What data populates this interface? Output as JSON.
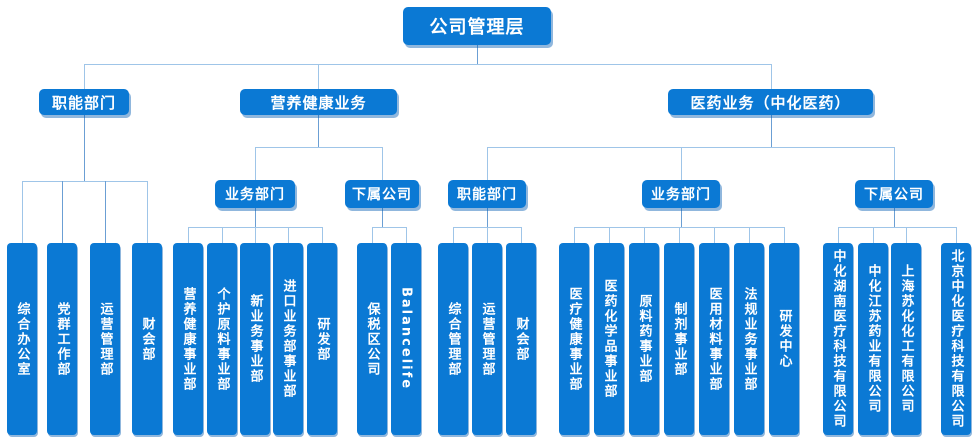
{
  "title": "公司管理层",
  "colors": {
    "box": "#0b79d4",
    "line": "#9fc5e8",
    "line_dark": "#6b9fd4"
  },
  "level2": [
    {
      "label": "职能部门"
    },
    {
      "label": "营养健康业务"
    },
    {
      "label": "医药业务（中化医药）"
    }
  ],
  "level3": [
    {
      "label": "业务部门"
    },
    {
      "label": "下属公司"
    },
    {
      "label": "职能部门"
    },
    {
      "label": "业务部门"
    },
    {
      "label": "下属公司"
    }
  ],
  "columns": {
    "functional_left": [
      "综合办公室",
      "党群工作部",
      "运营管理部",
      "财会部"
    ],
    "nutrition_business": [
      "营养健康事业部",
      "个护原料事业部",
      "新业务事业部",
      "进口业务部事业部",
      "研发部"
    ],
    "nutrition_subsidiaries": [
      "保税区公司",
      "Balancelife"
    ],
    "pharma_functional": [
      "综合管理部",
      "运营管理部",
      "财会部"
    ],
    "pharma_business": [
      "医疗健康事业部",
      "医药化学品事业部",
      "原料药事业部",
      "制剂事业部",
      "医用材料事业部",
      "法规业务事业部",
      "研发中心"
    ],
    "pharma_subsidiaries": [
      "中化湖南医疗科技有限公司",
      "中化江苏药业有限公司",
      "上海苏化化工有限公司",
      "北京中化医疗科技有限公司"
    ]
  }
}
